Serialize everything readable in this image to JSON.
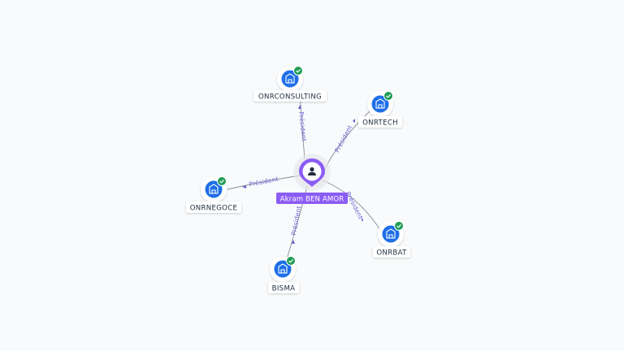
{
  "graph": {
    "center": {
      "name": "Akram BEN AMOR",
      "icon": "person-icon"
    },
    "companies": [
      {
        "id": "onrconsulting",
        "name": "ONRCONSULTING",
        "relation": "Président",
        "icon": "building-icon",
        "badge": "check-badge-icon"
      },
      {
        "id": "onrtech",
        "name": "ONRTECH",
        "relation": "Président",
        "icon": "building-icon",
        "badge": "check-badge-icon"
      },
      {
        "id": "onrnegoce",
        "name": "ONRNEGOCE",
        "relation": "Président",
        "icon": "building-icon",
        "badge": "check-badge-icon"
      },
      {
        "id": "onrbat",
        "name": "ONRBAT",
        "relation": "Président",
        "icon": "building-icon",
        "badge": "check-badge-icon"
      },
      {
        "id": "bisma",
        "name": "BISMA",
        "relation": "Président",
        "icon": "building-icon",
        "badge": "check-badge-icon"
      }
    ]
  },
  "colors": {
    "accent_purple": "#8b5cf6",
    "building_blue": "#1e6fe8",
    "verified_green": "#1f9d55",
    "edge_label": "#6b5fd0"
  }
}
